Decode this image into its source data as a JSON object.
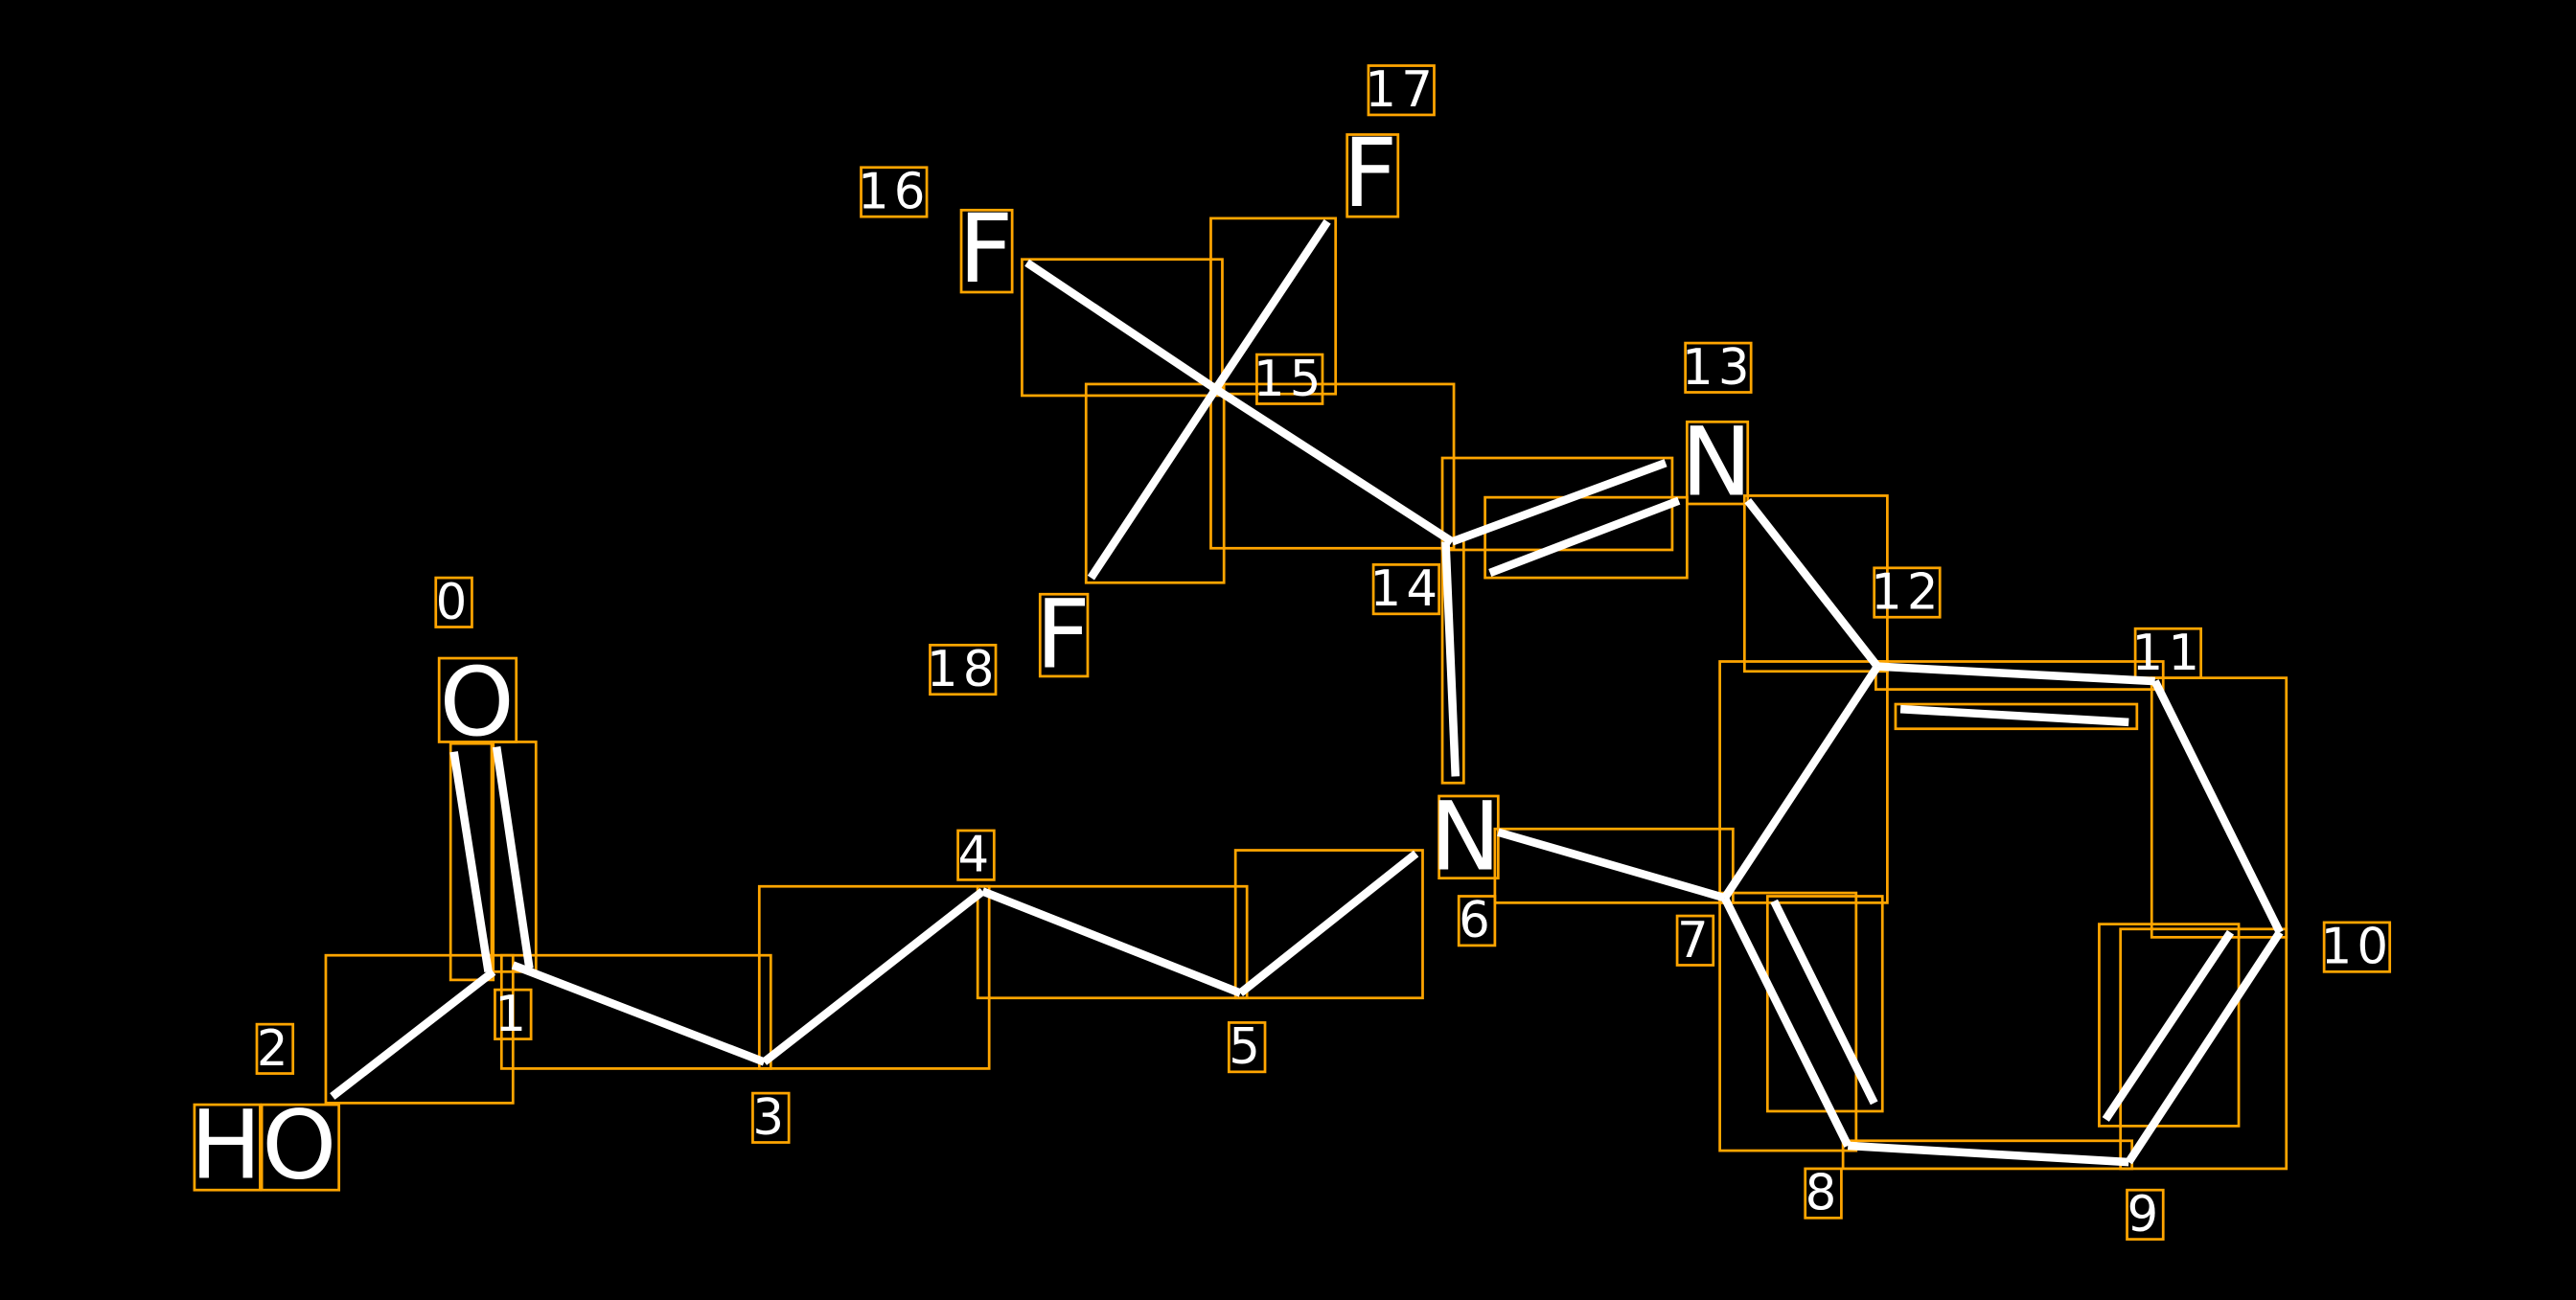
{
  "molecule": {
    "atoms": [
      {
        "index": "0",
        "symbol": "O"
      },
      {
        "index": "1",
        "symbol": ""
      },
      {
        "index": "2",
        "symbol": "HO"
      },
      {
        "index": "3",
        "symbol": ""
      },
      {
        "index": "4",
        "symbol": ""
      },
      {
        "index": "5",
        "symbol": ""
      },
      {
        "index": "6",
        "symbol": "N"
      },
      {
        "index": "7",
        "symbol": ""
      },
      {
        "index": "8",
        "symbol": ""
      },
      {
        "index": "9",
        "symbol": ""
      },
      {
        "index": "10",
        "symbol": ""
      },
      {
        "index": "11",
        "symbol": ""
      },
      {
        "index": "12",
        "symbol": ""
      },
      {
        "index": "13",
        "symbol": "N"
      },
      {
        "index": "14",
        "symbol": ""
      },
      {
        "index": "15",
        "symbol": ""
      },
      {
        "index": "16",
        "symbol": "F"
      },
      {
        "index": "17",
        "symbol": "F"
      },
      {
        "index": "18",
        "symbol": "F"
      }
    ],
    "colors": {
      "background": "#000000",
      "bond": "#ffffff",
      "box": "#ffa500"
    }
  }
}
